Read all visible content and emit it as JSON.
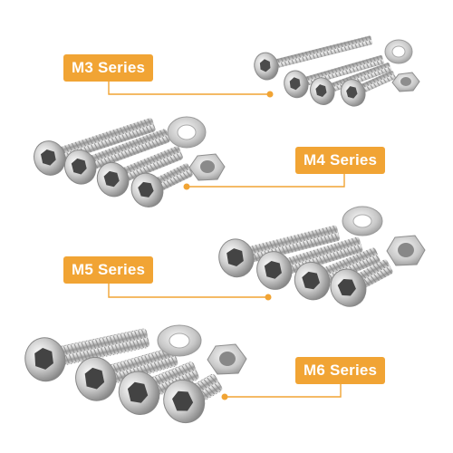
{
  "accent_color": "#f1a434",
  "labels": {
    "m3": "M3 Series",
    "m4": "M4 Series",
    "m5": "M5 Series",
    "m6": "M6 Series"
  },
  "icons": [
    "socket-head-bolt-icon",
    "hex-nut-icon",
    "flat-washer-icon"
  ]
}
